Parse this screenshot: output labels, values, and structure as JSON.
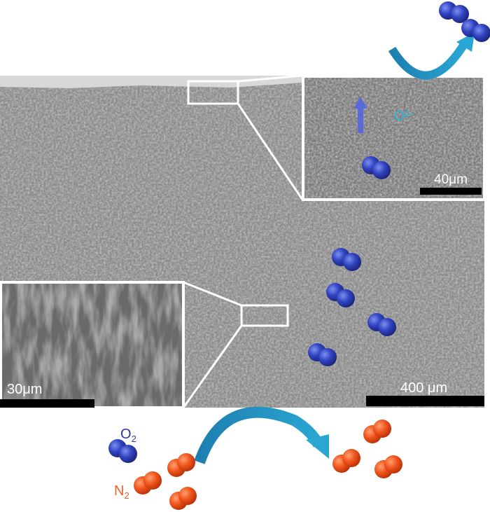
{
  "figure": {
    "inset_top_label": "O²⁻",
    "inset_top_scale": "40μm",
    "inset_bottom_scale": "30μm",
    "main_scale": "400 μm",
    "legend_o2": "O",
    "legend_o2_sub": "2",
    "legend_n2": "N",
    "legend_n2_sub": "2"
  },
  "colors": {
    "oxygen": "#2f3fb0",
    "nitrogen": "#f0551c",
    "arrow": "#1a8fc0",
    "ion_label": "#25b5d8",
    "n2_label": "#e8642a",
    "o2_label": "#2e3a9a"
  }
}
